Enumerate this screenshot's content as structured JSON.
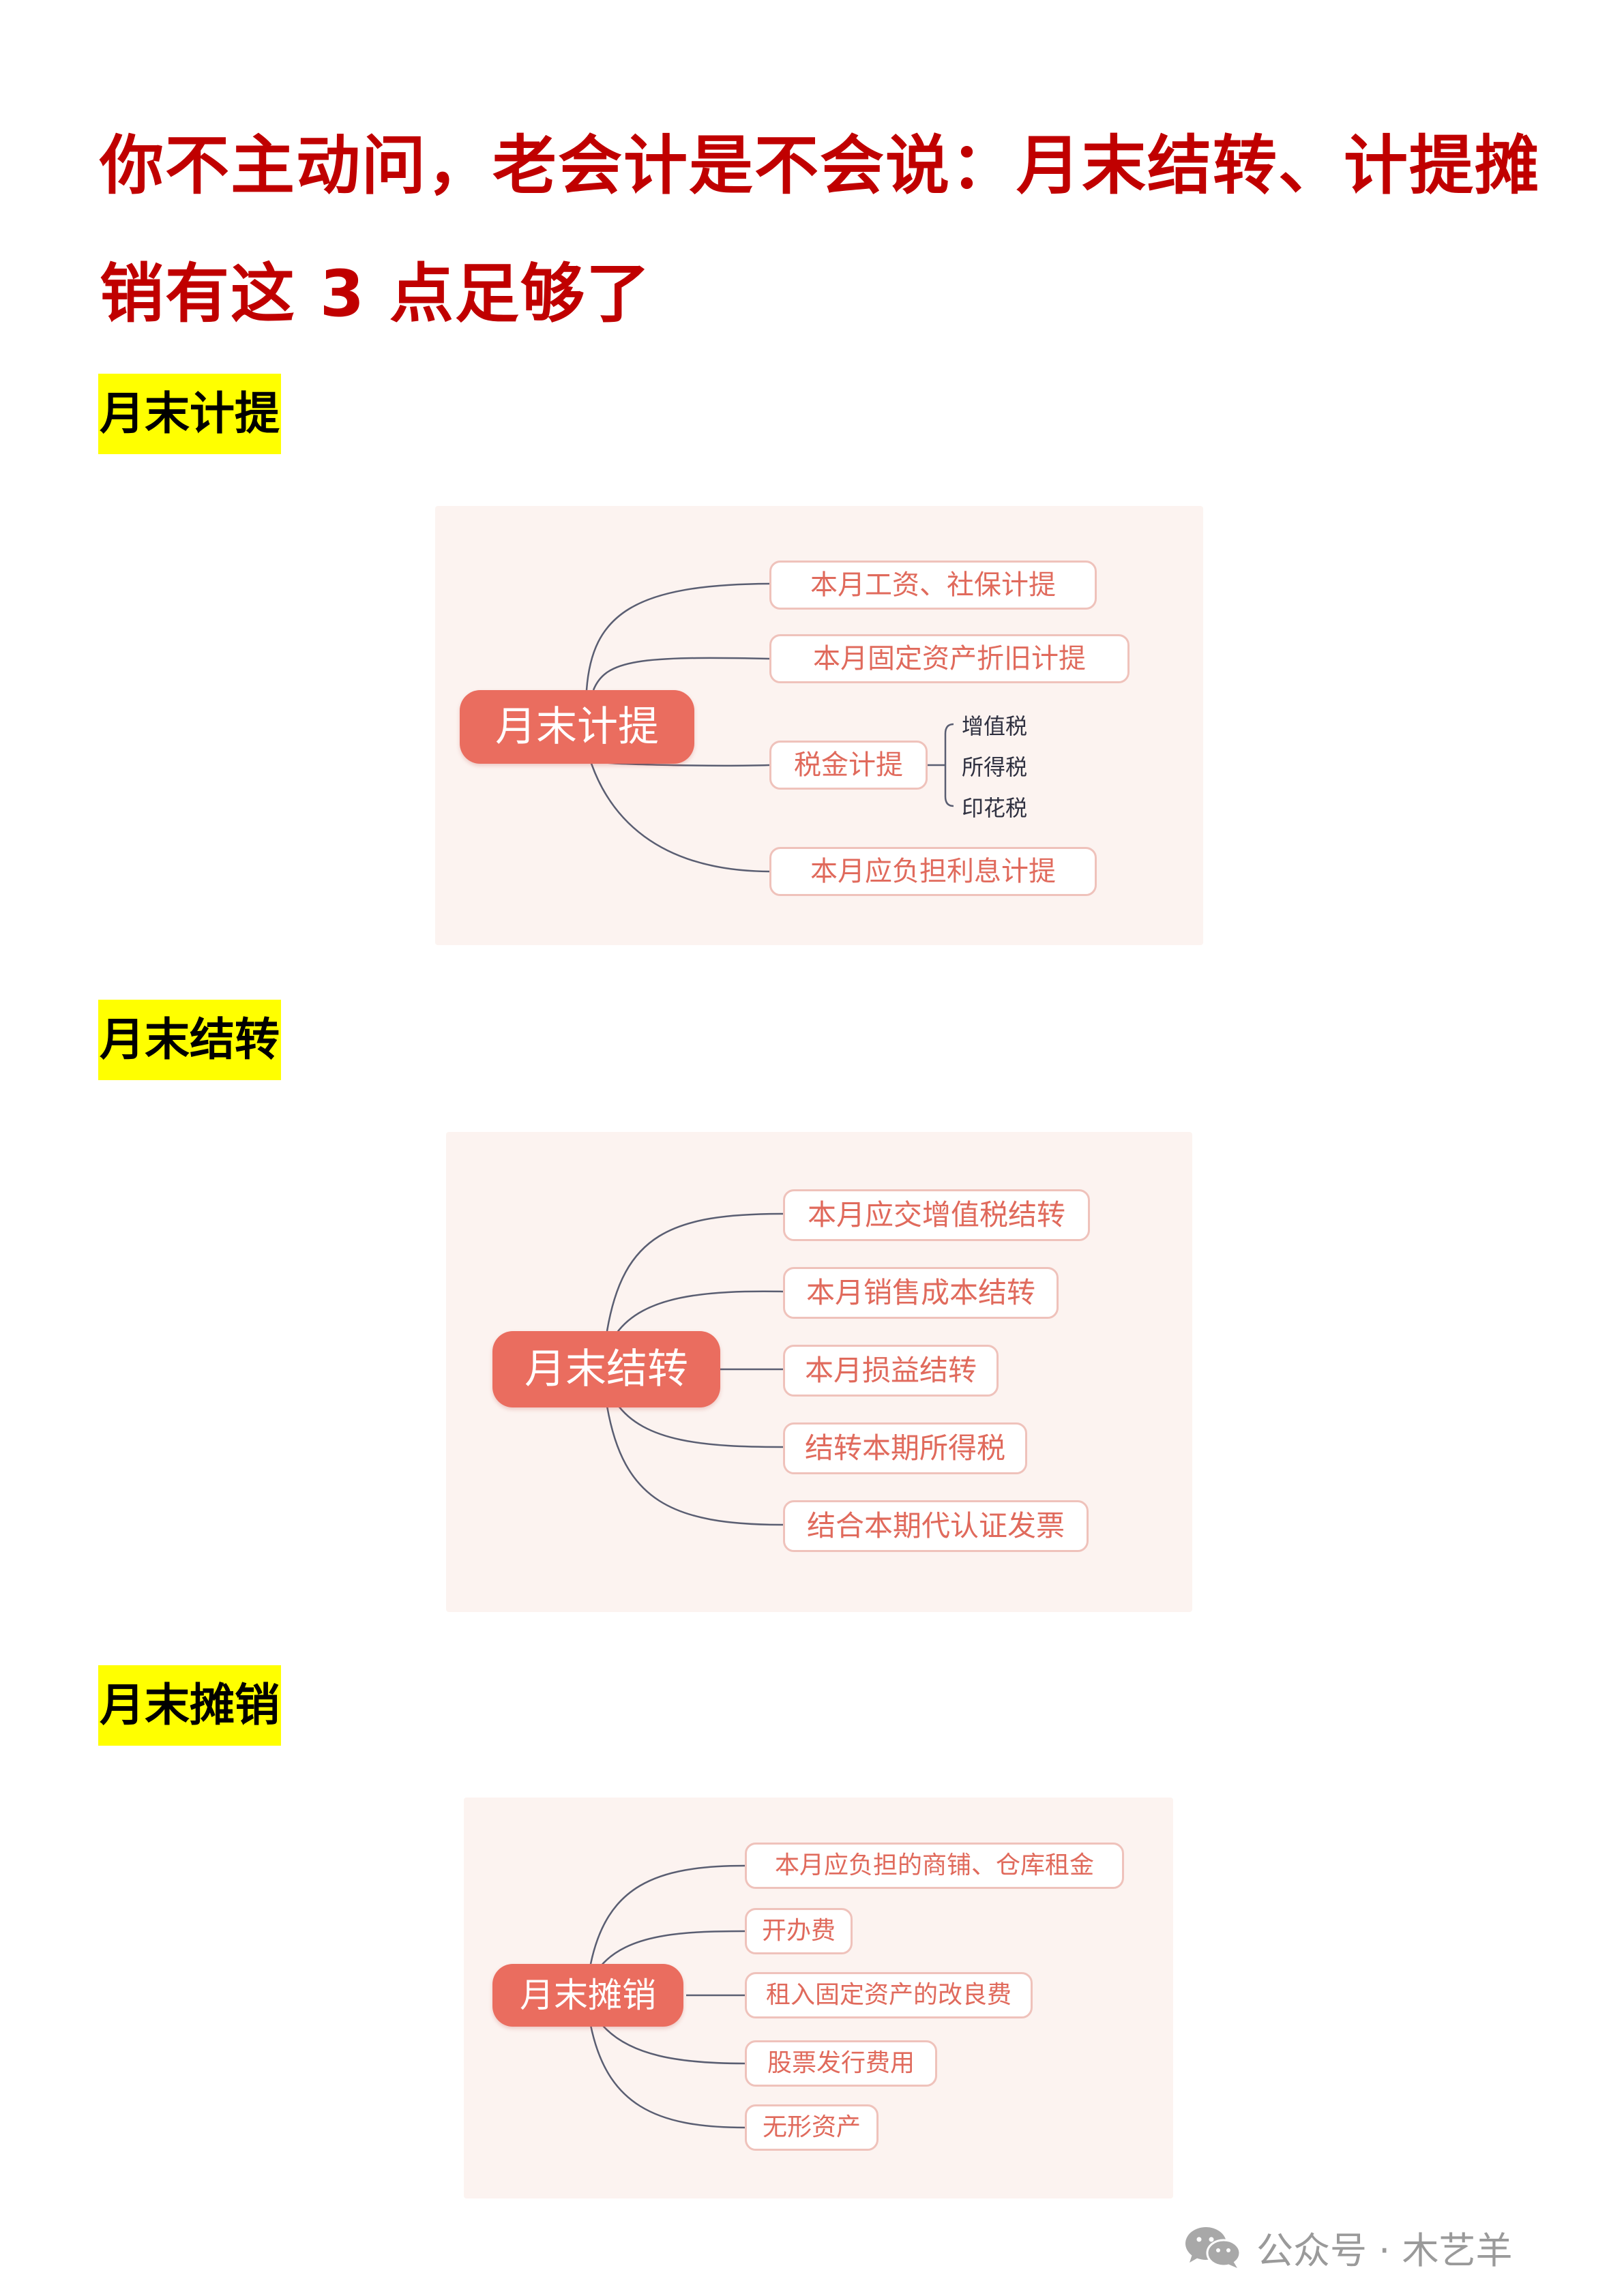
{
  "title": "你不主动问，老会计是不会说：月末结转、计提摊销有这 3 点足够了",
  "sections": [
    {
      "heading": "月末计提",
      "mindmap": {
        "root": "月末计提",
        "branches": [
          {
            "label": "本月工资、社保计提"
          },
          {
            "label": "本月固定资产折旧计提"
          },
          {
            "label": "税金计提",
            "children": [
              "增值税",
              "所得税",
              "印花税"
            ]
          },
          {
            "label": "本月应负担利息计提"
          }
        ]
      }
    },
    {
      "heading": "月末结转",
      "mindmap": {
        "root": "月末结转",
        "branches": [
          {
            "label": "本月应交增值税结转"
          },
          {
            "label": "本月销售成本结转"
          },
          {
            "label": "本月损益结转"
          },
          {
            "label": "结转本期所得税"
          },
          {
            "label": "结合本期代认证发票"
          }
        ]
      }
    },
    {
      "heading": "月末摊销",
      "mindmap": {
        "root": "月末摊销",
        "branches": [
          {
            "label": "本月应负担的商铺、仓库租金"
          },
          {
            "label": "开办费"
          },
          {
            "label": "租入固定资产的改良费"
          },
          {
            "label": "股票发行费用"
          },
          {
            "label": "无形资产"
          }
        ]
      }
    }
  ],
  "watermark": {
    "text": "公众号 · 木艺羊",
    "icon": "wechat-icon"
  },
  "colors": {
    "title": "#c00000",
    "heading_highlight": "#ffff00",
    "root_fill": "#ea6d5f",
    "node_text": "#e06a5c",
    "node_border": "#efc2bb",
    "panel_bg": "#fcf3f0",
    "link": "#5a5e72"
  }
}
